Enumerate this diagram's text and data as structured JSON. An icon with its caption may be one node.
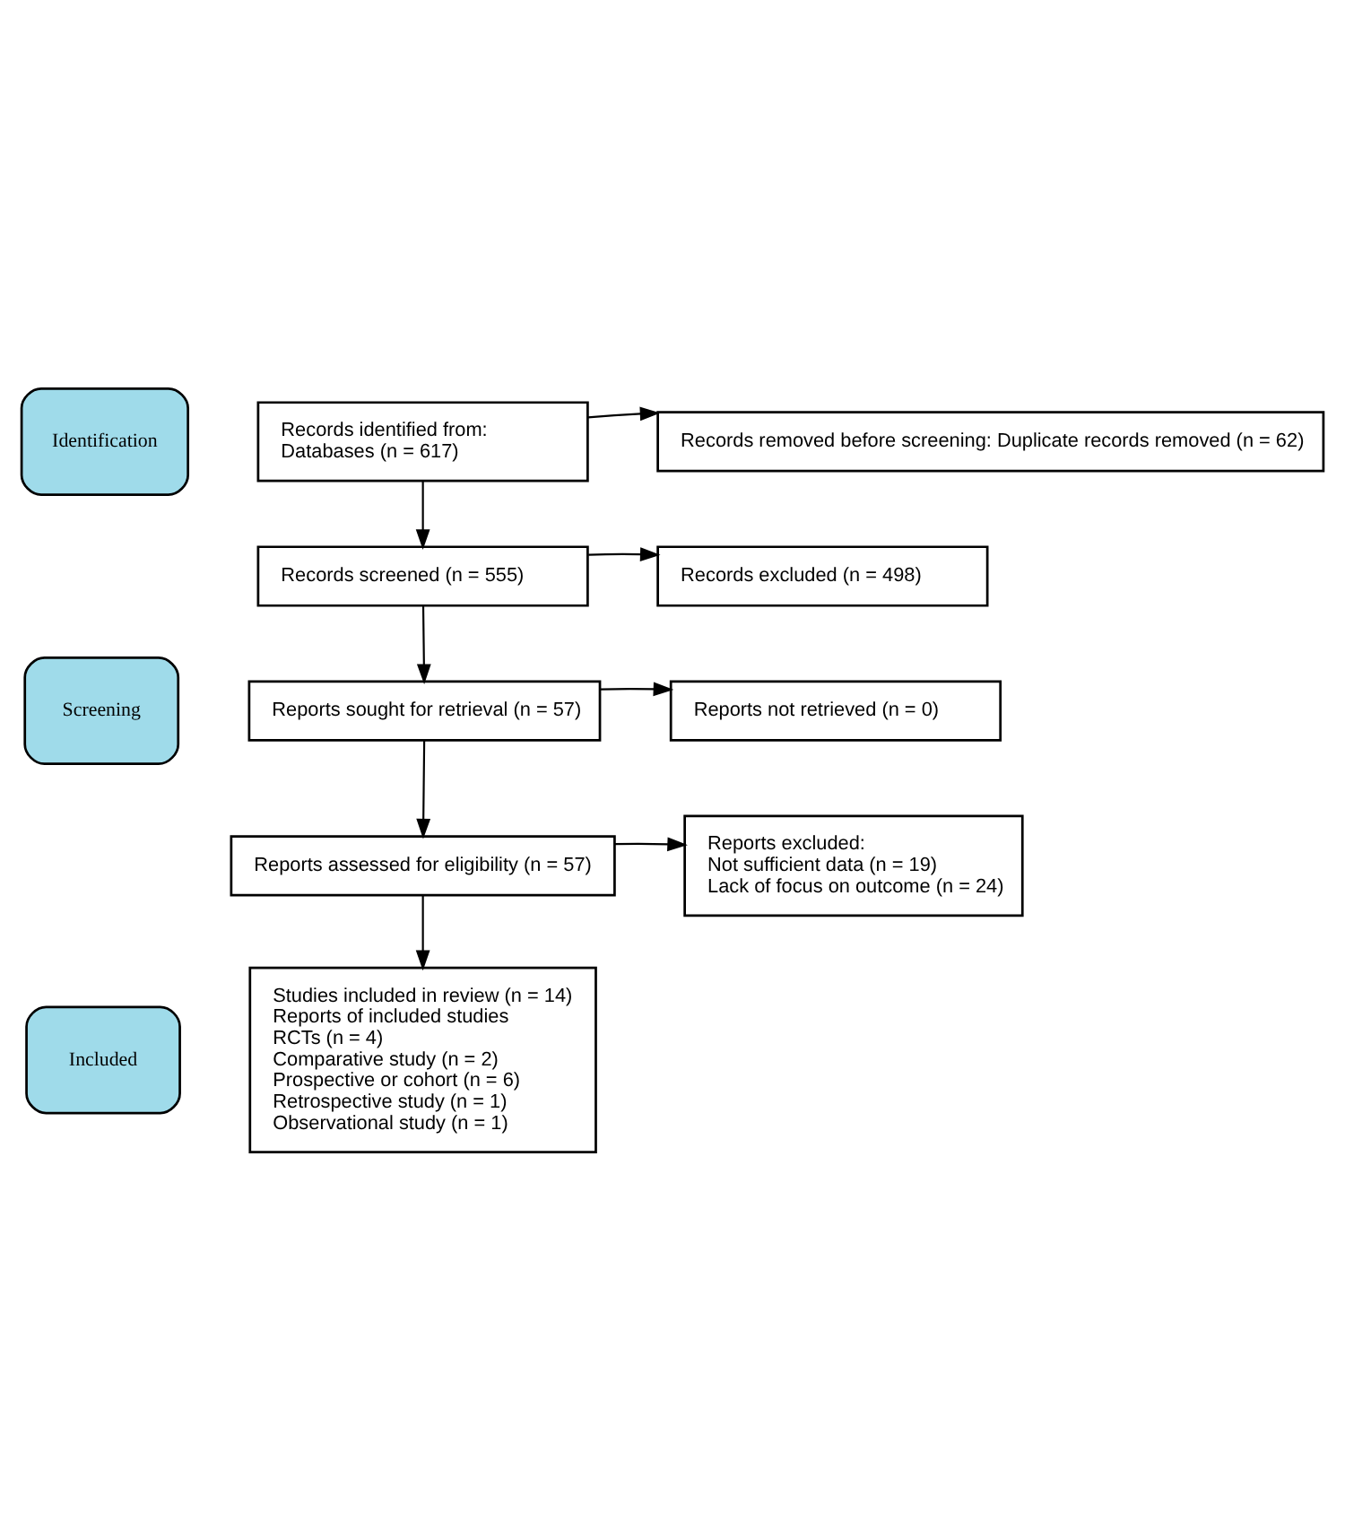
{
  "diagram": {
    "nodes": [
      {
        "text": [
          "Identification"
        ]
      },
      {
        "text": [
          "Records identified from:",
          "Databases (n = 617)"
        ]
      },
      {
        "text": [
          "Records removed before screening: Duplicate records removed (n = 62)"
        ]
      },
      {
        "text": [
          "Screening"
        ]
      },
      {
        "text": [
          "Records screened (n = 555)"
        ]
      },
      {
        "text": [
          "Records excluded (n = 498)"
        ]
      },
      {
        "text": [
          "Reports sought for retrieval (n = 57)"
        ]
      },
      {
        "text": [
          "Reports not retrieved (n = 0)"
        ]
      },
      {
        "text": [
          "Reports assessed for eligibility (n = 57)"
        ]
      },
      {
        "text": [
          "Reports excluded:",
          "Not sufficient data (n = 19)",
          "Lack of focus on outcome (n = 24)"
        ]
      },
      {
        "text": [
          "Included"
        ]
      },
      {
        "text": [
          "Studies included in review (n = 14)",
          "Reports of included studies",
          "RCTs (n = 4)",
          "Comparative study (n = 2)",
          "Prospective or cohort (n = 6)",
          "Retrospective study (n = 1)",
          "Observational study (n = 1)"
        ]
      }
    ],
    "edges": [
      {
        "from": 1,
        "to": 2,
        "arrow": "to"
      },
      {
        "from": 1,
        "to": 4,
        "arrow": "to"
      },
      {
        "from": 4,
        "to": 5,
        "arrow": "to"
      },
      {
        "from": 4,
        "to": 6,
        "arrow": "to"
      },
      {
        "from": 6,
        "to": 7,
        "arrow": "to"
      },
      {
        "from": 6,
        "to": 8,
        "arrow": "to"
      },
      {
        "from": 8,
        "to": 9,
        "arrow": "to"
      },
      {
        "from": 8,
        "to": 11,
        "arrow": "to"
      }
    ]
  }
}
